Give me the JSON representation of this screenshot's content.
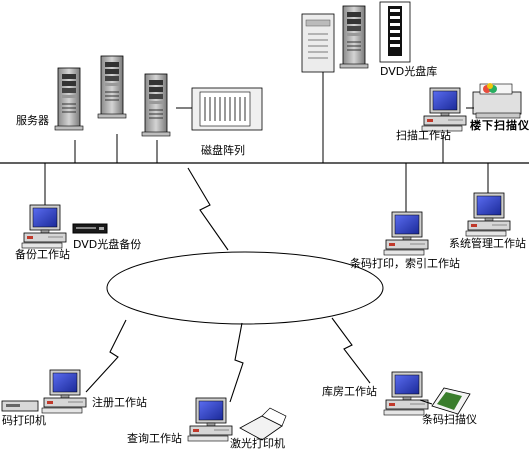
{
  "labels": {
    "servers": "服务器",
    "disk_array": "磁盘阵列",
    "dvd_library": "DVD光盘库",
    "scan_workstation": "扫描工作站",
    "floor_scanner": "楼下扫描仪",
    "dvd_backup": "DVD光盘备份",
    "backup_workstation": "备份工作站",
    "barcode_index_workstation": "条码打印，索引工作站",
    "sys_admin_workstation": "系统管理工作站",
    "register_workstation": "注册工作站",
    "barcode_printer": "码打印机",
    "query_workstation": "查询工作站",
    "laser_printer": "激光打印机",
    "warehouse_workstation": "库房工作站",
    "barcode_scanner": "条码扫描仪"
  },
  "colors": {
    "line": "#000000",
    "screen": "#3c4fd0",
    "screen_dark": "#1b2a99",
    "case": "#d9d9d9",
    "server_dark": "#5a5a5a",
    "server_light": "#e6e6e6"
  }
}
